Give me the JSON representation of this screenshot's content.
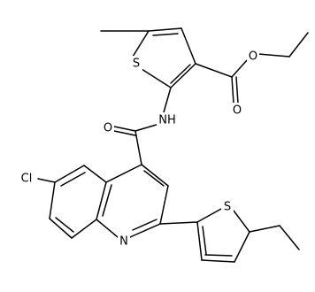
{
  "diagram": {
    "type": "chemical-structure",
    "colors": {
      "bond": "#000000",
      "label": "#000000",
      "background": "#ffffff"
    },
    "labels": {
      "s_top": "S",
      "o_ester": "O",
      "o_ester_carbonyl": "O",
      "o_amide": "O",
      "nh": "NH",
      "cl": "Cl",
      "n_ring": "N",
      "s_bottom": "S"
    }
  }
}
